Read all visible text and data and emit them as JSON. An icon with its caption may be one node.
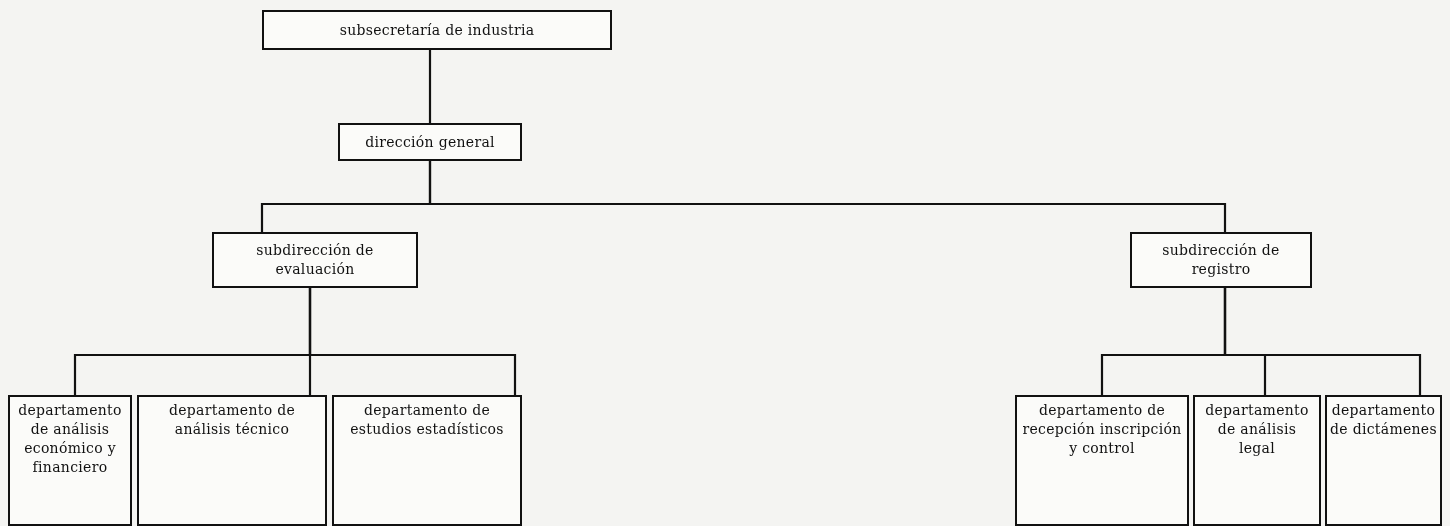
{
  "diagram": {
    "nodes": [
      {
        "text": [
          "subsecretaría de industria"
        ]
      },
      {
        "text": [
          "dirección general"
        ]
      },
      {
        "text": [
          "subdirección de evaluación"
        ]
      },
      {
        "text": [
          "subdirección de registro"
        ]
      },
      {
        "text": [
          "departamento de análisis económico y financiero"
        ]
      },
      {
        "text": [
          "departamento de análisis técnico"
        ]
      },
      {
        "text": [
          "departamento de estudios estadísticos"
        ]
      },
      {
        "text": [
          "departamento de recepción inscripción y control"
        ]
      },
      {
        "text": [
          "departamento de análisis legal"
        ]
      },
      {
        "text": [
          "departamento de dictámenes"
        ]
      }
    ],
    "edges": [
      {
        "from": 0,
        "to": 1,
        "arrow": "none"
      },
      {
        "from": 1,
        "to": 2,
        "arrow": "none"
      },
      {
        "from": 1,
        "to": 3,
        "arrow": "none"
      },
      {
        "from": 2,
        "to": 4,
        "arrow": "none"
      },
      {
        "from": 2,
        "to": 5,
        "arrow": "none"
      },
      {
        "from": 2,
        "to": 6,
        "arrow": "none"
      },
      {
        "from": 3,
        "to": 7,
        "arrow": "none"
      },
      {
        "from": 3,
        "to": 8,
        "arrow": "none"
      },
      {
        "from": 3,
        "to": 9,
        "arrow": "none"
      }
    ]
  }
}
